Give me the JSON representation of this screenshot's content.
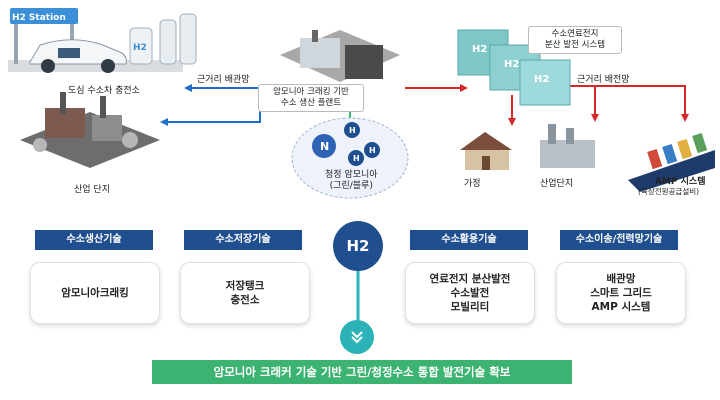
{
  "top": {
    "station_sign": "H2 Station",
    "h2_tank_label": "H2",
    "station_label": "도심 수소차 충전소",
    "industrial_label": "산업 단지",
    "short_distance_left": "근거리 배관망",
    "plant_callout": [
      "암모니아 크래킹 기반",
      "수소 생산 플랜트"
    ],
    "ammonia_label": [
      "청정 암모니아",
      "(그린/블루)"
    ],
    "ammonia_atoms": [
      "N",
      "H",
      "H",
      "H"
    ],
    "fuel_cell_callout": [
      "수소연료전지",
      "분산 발전 시스템"
    ],
    "module_labels": [
      "H2",
      "H2",
      "H2"
    ],
    "short_distance_right": "근거리 배전망",
    "home_label": "가정",
    "industry_right_label": "산업단지",
    "amp_label": "AMP 시스템",
    "amp_sub": "(육상전원공급설비)"
  },
  "categories": [
    {
      "title": "수소생산기술",
      "items": [
        "암모니아크래킹"
      ]
    },
    {
      "title": "수소저장기술",
      "items": [
        "저장탱크",
        "충전소"
      ]
    },
    {
      "title": "수소활용기술",
      "items": [
        "연료전지 분산발전",
        "수소발전",
        "모빌리티"
      ]
    },
    {
      "title": "수소이송/전력망기술",
      "items": [
        "배관망",
        "스마트 그리드",
        "AMP 시스템"
      ]
    }
  ],
  "center_badge": "H2",
  "chevron_icon": "chevron-double-down-icon",
  "banner": "암모니아 크래커 기술 기반 그린/청정수소 통합 발전기술 확보",
  "colors": {
    "navy": "#1f4f8f",
    "teal": "#2bb3b8",
    "green": "#3cb371",
    "blue_arrow": "#1f6fc9",
    "red_arrow": "#d62828"
  }
}
